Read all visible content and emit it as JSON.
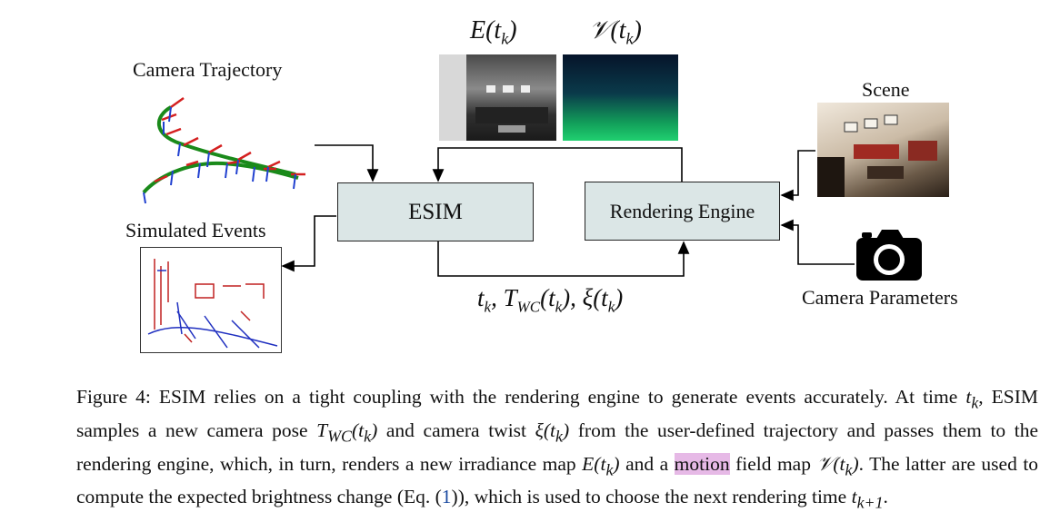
{
  "figure": {
    "label_camera_trajectory": "Camera Trajectory",
    "label_simulated_events": "Simulated Events",
    "label_scene": "Scene",
    "label_camera_parameters": "Camera Parameters",
    "esim_box": "ESIM",
    "rendering_box": "Rendering Engine",
    "irradiance_label": "E(t_k)",
    "motion_label": "V(t_k)",
    "flow_label": "t_k, T_WC(t_k), ξ(t_k)",
    "icons": [
      "camera-icon",
      "trajectory-plot",
      "events-plot",
      "scene-image",
      "irradiance-image",
      "motion-field-image"
    ]
  },
  "caption": {
    "figure_number": "Figure 4:",
    "parts": [
      "ESIM relies on a tight coupling with the rendering engine to generate events accurately. At time",
      ", ESIM samples a new camera pose",
      "and camera twist",
      "from the user-defined trajectory and passes them to the rendering engine, which, in turn, renders a new irradiance map",
      "and a",
      "motion",
      "field map",
      ". The latter are used to compute the expected brightness change (Eq. (",
      "1",
      ")), which is used to choose the next rendering time",
      "."
    ],
    "math": {
      "t_k": "t_k",
      "T_wc": "T_WC(t_k)",
      "xi": "ξ(t_k)",
      "E": "E(t_k)",
      "V": "V(t_k)",
      "t_k1": "t_k+1"
    }
  }
}
